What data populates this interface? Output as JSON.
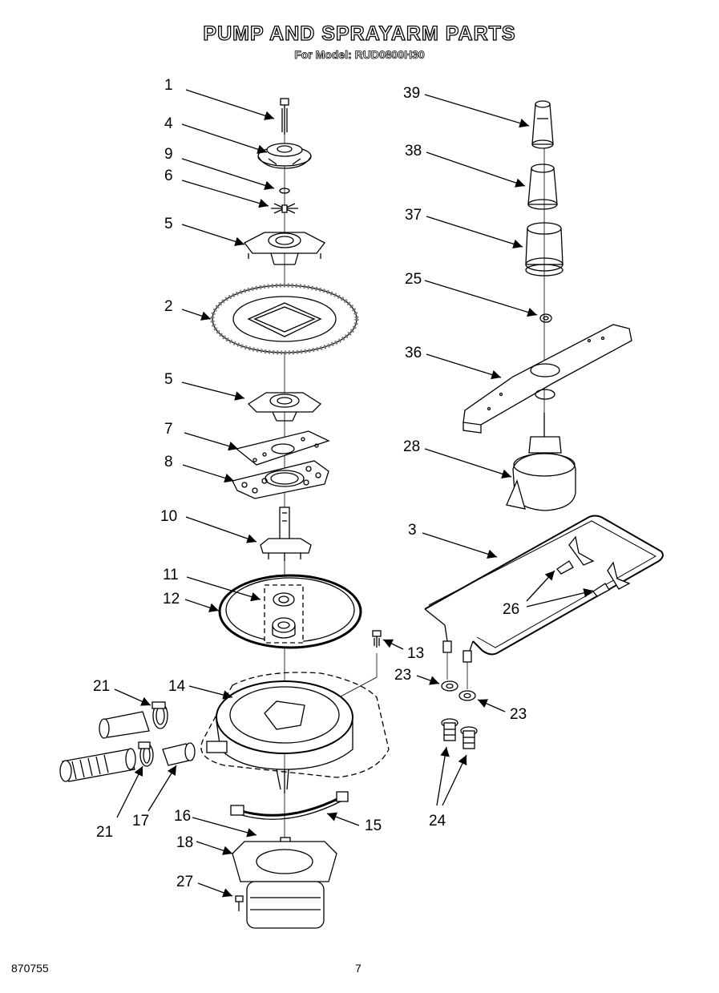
{
  "header": {
    "title": "PUMP AND SPRAYARM PARTS",
    "subtitle": "For Model: RUD0800H30"
  },
  "footer": {
    "doc_number": "870755",
    "page_number": "7"
  },
  "callouts": {
    "c1": "1",
    "c4": "4",
    "c9": "9",
    "c6": "6",
    "c5a": "5",
    "c2": "2",
    "c5b": "5",
    "c7": "7",
    "c8": "8",
    "c10": "10",
    "c11": "11",
    "c12": "12",
    "c13": "13",
    "c14": "14",
    "c21a": "21",
    "c21b": "21",
    "c17": "17",
    "c16": "16",
    "c15": "15",
    "c18": "18",
    "c27": "27",
    "c39": "39",
    "c38": "38",
    "c37": "37",
    "c25": "25",
    "c36": "36",
    "c28": "28",
    "c3": "3",
    "c26": "26",
    "c23a": "23",
    "c23b": "23",
    "c24": "24"
  }
}
